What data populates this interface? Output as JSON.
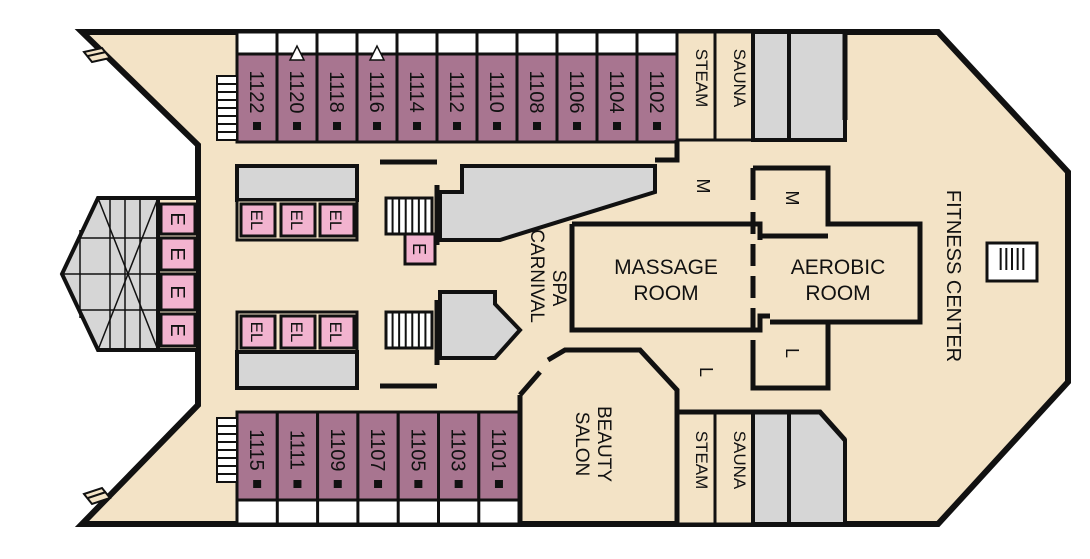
{
  "top_cabins": [
    "1122",
    "1120",
    "1118",
    "1116",
    "1114",
    "1112",
    "1110",
    "1108",
    "1106",
    "1104",
    "1102"
  ],
  "bottom_cabins": [
    "1115",
    "1111",
    "1109",
    "1107",
    "1105",
    "1103",
    "1101"
  ],
  "wheelchair_cabins": [
    "1120",
    "1116"
  ],
  "labels": {
    "steam": "STEAM",
    "sauna": "SAUNA",
    "massage_line1": "MASSAGE",
    "massage_line2": "ROOM",
    "aerobic_line1": "AEROBIC",
    "aerobic_line2": "ROOM",
    "spa_line1": "SPA",
    "spa_line2": "CARNIVAL",
    "beauty_line1": "BEAUTY",
    "beauty_line2": "SALON",
    "fitness": "FITNESS CENTER",
    "men_marker": "M",
    "ladies_marker": "L",
    "elevator": "E",
    "elevator_lobby": "EL"
  },
  "colors": {
    "floor": "#f3e3c6",
    "cabin": "#a87590",
    "elevator": "#f2b3cf",
    "grey_area": "#d6d6d6",
    "wall": "#111111"
  }
}
